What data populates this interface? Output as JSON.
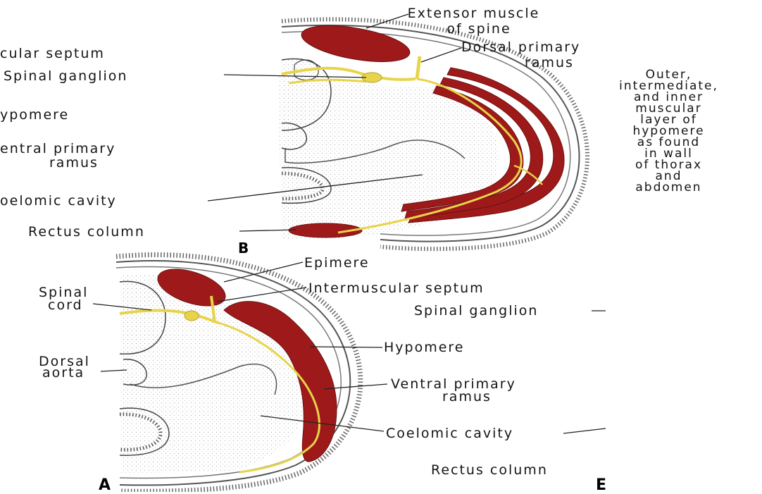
{
  "colors": {
    "muscle": "#9e1a1a",
    "muscle_edge": "#6d0f0f",
    "nerve": "#e8d44a",
    "nerve_edge": "#b8a22a",
    "line": "#222222",
    "stipple": "#c9c9c9"
  },
  "panel_b": {
    "letter": "B",
    "labels": {
      "extensor_muscle": "Extensor muscle",
      "of_spine": "of spine",
      "intermuscular_septum": "cular septum",
      "dorsal_primary": "Dorsal primary",
      "ramus": "ramus",
      "spinal_ganglion": "Spinal ganglion",
      "hypomere": "ypomere",
      "ventral_primary": "entral primary",
      "ventral_ramus": "ramus",
      "coelomic_cavity": "oelomic cavity",
      "rectus_column": "Rectus column",
      "outer_lines": [
        "Outer,",
        "intermediate,",
        "and inner",
        "muscular",
        "layer of",
        "hypomere",
        "as found",
        "in wall",
        "of thorax",
        "and",
        "abdomen"
      ]
    }
  },
  "panel_a": {
    "letter": "A",
    "labels": {
      "epimere": "Epimere",
      "intermuscular_septum": "Intermuscular septum",
      "spinal_ganglion": "Spinal ganglion",
      "spinal": "Spinal",
      "cord": "cord",
      "hypomere": "Hypomere",
      "dorsal": "Dorsal",
      "aorta": "aorta",
      "ventral_primary": "Ventral primary",
      "ramus": "ramus",
      "coelomic_cavity": "Coelomic cavity",
      "rectus_column": "Rectus column"
    }
  },
  "corner_letter": "E"
}
